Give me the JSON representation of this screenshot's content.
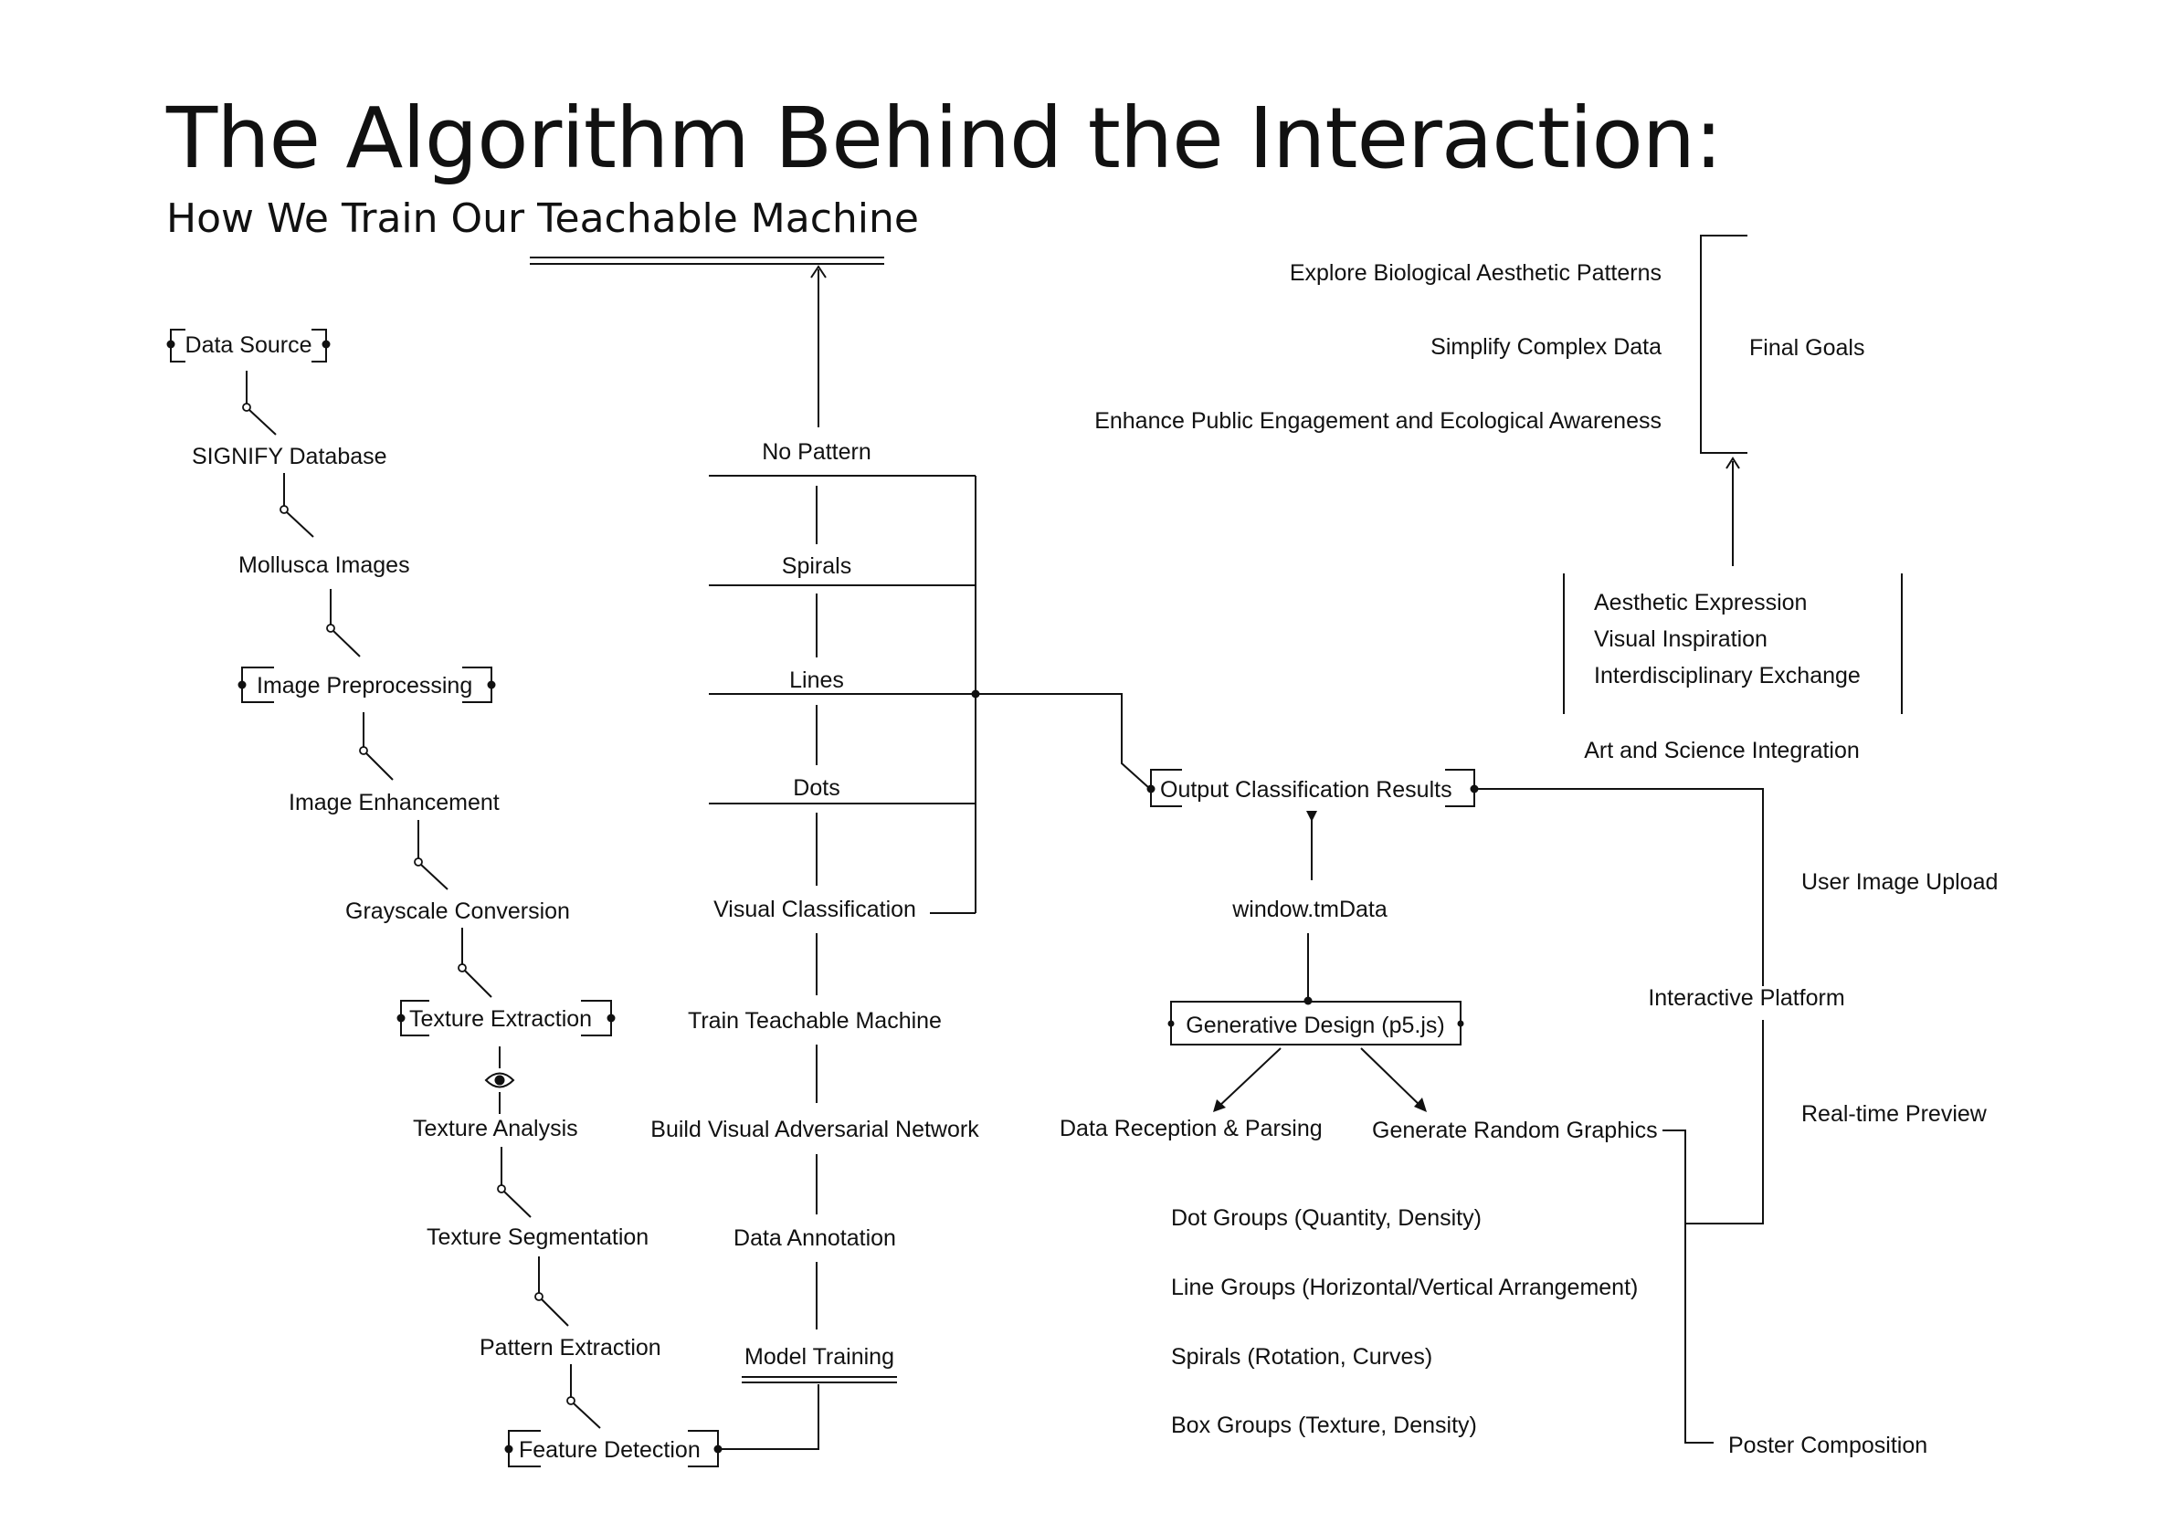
{
  "title": "The Algorithm Behind the Interaction:",
  "subtitle": "How We Train Our Teachable Machine",
  "nodes": {
    "data_source": "Data Source",
    "signify_database": "SIGNIFY Database",
    "mollusca_images": "Mollusca Images",
    "image_preprocessing": "Image Preprocessing",
    "image_enhancement": "Image Enhancement",
    "grayscale_conversion": "Grayscale Conversion",
    "texture_extraction": "Texture Extraction",
    "texture_analysis": "Texture Analysis",
    "texture_segmentation": "Texture Segmentation",
    "pattern_extraction": "Pattern Extraction",
    "feature_detection": "Feature Detection",
    "no_pattern": "No Pattern",
    "spirals": "Spirals",
    "lines": "Lines",
    "dots": "Dots",
    "visual_classification": "Visual Classification",
    "train_teachable_machine": "Train Teachable Machine",
    "build_van": "Build Visual Adversarial Network",
    "data_annotation": "Data Annotation",
    "model_training": "Model Training",
    "output_classification": "Output Classification Results",
    "window_tmdata": "window.tmData",
    "generative_design": "Generative Design (p5.js)",
    "data_reception": "Data Reception & Parsing",
    "generate_random_graphics": "Generate Random Graphics",
    "dot_groups": "Dot Groups (Quantity, Density)",
    "line_groups": "Line Groups (Horizontal/Vertical Arrangement)",
    "spirals_rotation": "Spirals (Rotation, Curves)",
    "box_groups": "Box Groups (Texture, Density)",
    "goal_biological": "Explore Biological Aesthetic Patterns",
    "goal_simplify": "Simplify Complex Data",
    "goal_engagement": "Enhance Public Engagement and Ecological Awareness",
    "final_goals": "Final Goals",
    "aesthetic_expression": "Aesthetic Expression",
    "visual_inspiration": "Visual Inspiration",
    "interdisciplinary_exchange": "Interdisciplinary Exchange",
    "art_science": "Art and Science Integration",
    "user_image_upload": "User Image Upload",
    "interactive_platform": "Interactive Platform",
    "realtime_preview": "Real-time Preview",
    "poster_composition": "Poster Composition"
  }
}
